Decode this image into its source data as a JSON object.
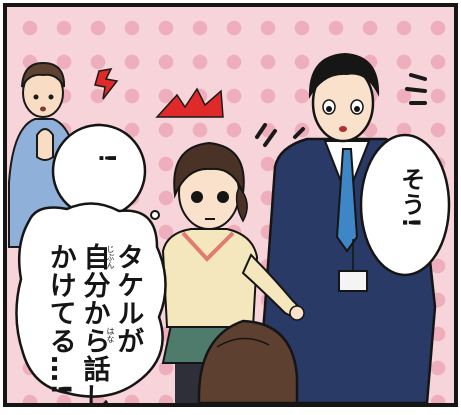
{
  "speech": {
    "surprise": "!",
    "reply": "そう!",
    "main_lines": [
      "タケルが",
      "自分から話し",
      "かけてる…!"
    ]
  },
  "furigana": {
    "jibun": "じぶん",
    "hana": "はな"
  },
  "colors": {
    "background": "#f7d3da",
    "dots": "#eeaebb",
    "suit": "#2a3a66",
    "tie": "#3f86c7",
    "sweater": "#f4e6bd",
    "skirt": "#4f7b6c",
    "emphasis": "#e02a2a"
  },
  "icons": [
    "anger-mark",
    "speed-lines"
  ]
}
